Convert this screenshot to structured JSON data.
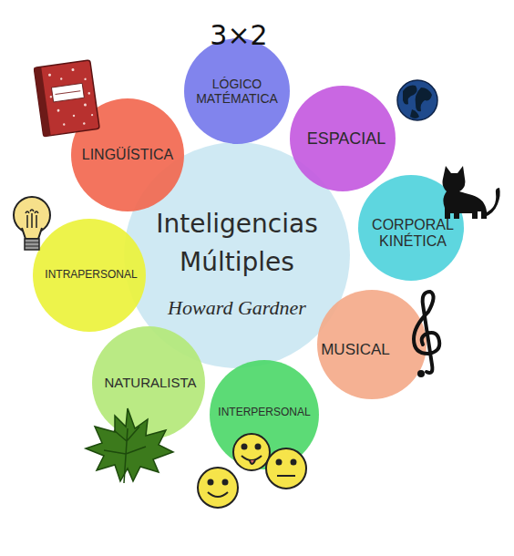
{
  "diagram": {
    "nodes": [
      {
        "text": [
          "Inteligencias Múltiples",
          "Howard Gardner"
        ]
      },
      {
        "text": [
          "LÓGICO MATÉMATICA"
        ]
      },
      {
        "text": [
          "LINGÜÍSTICA"
        ]
      },
      {
        "text": [
          "ESPACIAL"
        ]
      },
      {
        "text": [
          "CORPORAL KINÉTICA"
        ]
      },
      {
        "text": [
          "INTRAPERSONAL"
        ]
      },
      {
        "text": [
          "MUSICAL"
        ]
      },
      {
        "text": [
          "NATURALISTA"
        ]
      },
      {
        "text": [
          "INTERPERSONAL"
        ]
      }
    ],
    "labels": [
      "3×2"
    ]
  }
}
